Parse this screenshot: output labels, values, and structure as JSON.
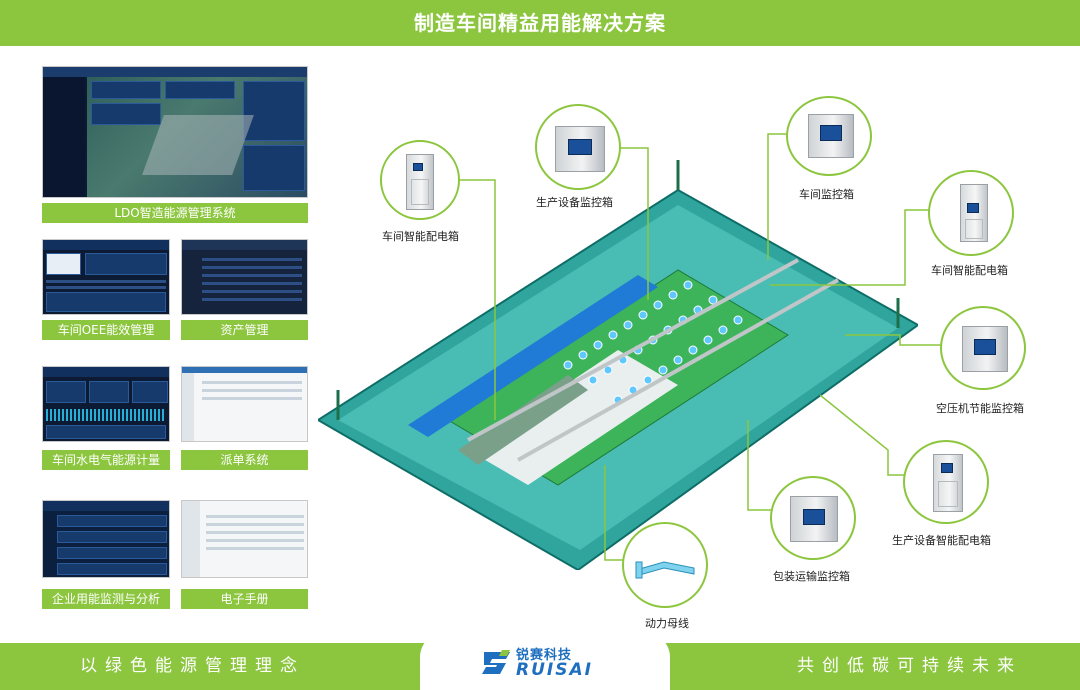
{
  "header": {
    "title": "制造车间精益用能解决方案"
  },
  "panels": {
    "ldo": {
      "label": "LDO智造能源管理系统"
    },
    "oee": {
      "label": "车间OEE能效管理"
    },
    "asset": {
      "label": "资产管理"
    },
    "meter": {
      "label": "车间水电气能源计量"
    },
    "dispatch": {
      "label": "派单系统"
    },
    "monitor": {
      "label": "企业用能监测与分析"
    },
    "manual": {
      "label": "电子手册"
    }
  },
  "callouts": {
    "c1": "车间智能配电箱",
    "c2": "生产设备监控箱",
    "c3": "车间监控箱",
    "c4": "车间智能配电箱",
    "c5": "空压机节能监控箱",
    "c6": "生产设备智能配电箱",
    "c7": "包装运输监控箱",
    "c8": "动力母线"
  },
  "footer": {
    "left_slogan": "以绿色能源管理理念",
    "right_slogan": "共创低碳可持续未来",
    "logo_cn": "锐赛科技",
    "logo_en": "RUISAI"
  },
  "colors": {
    "accent": "#8cc63f",
    "brand_blue": "#1e6fbf",
    "floor_teal": "#46b7b0",
    "floor_green": "#3db35a"
  }
}
